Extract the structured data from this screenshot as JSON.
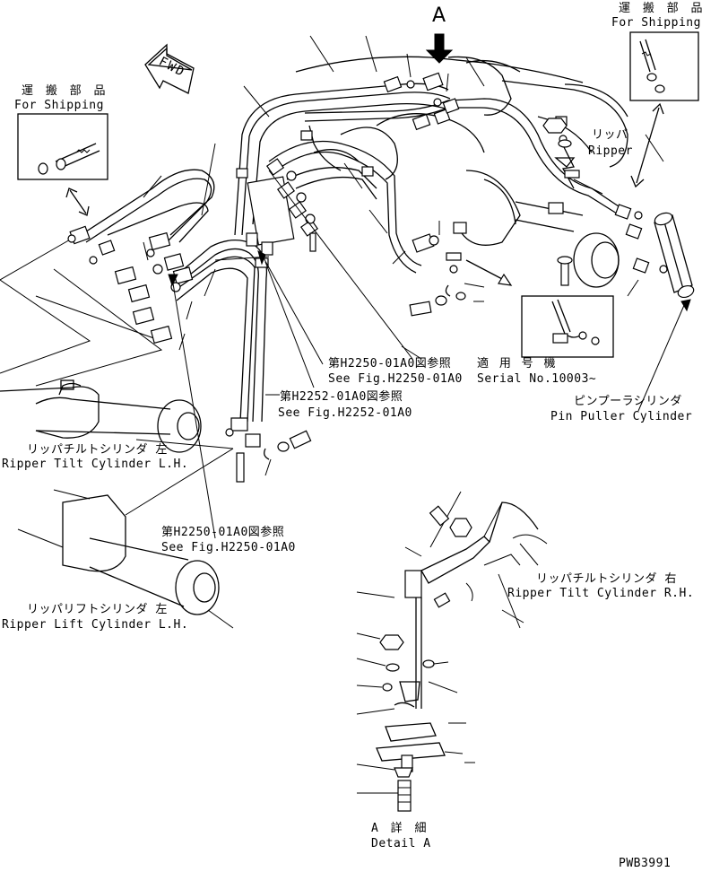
{
  "drawing_code": "PWB3991",
  "view_marker": "A",
  "fwd_label": "FWD",
  "labels": {
    "shipping_left_jp": "運 搬 部 品",
    "shipping_left_en": "For Shipping",
    "shipping_right_jp": "運 搬 部 品",
    "shipping_right_en": "For Shipping",
    "ripper_jp": "リッパ",
    "ripper_en": "Ripper",
    "ref1_jp": "第H2250-01A0図参照",
    "ref1_en": "See Fig.H2250-01A0",
    "ref2_jp": "第H2252-01A0図参照",
    "ref2_en": "See Fig.H2252-01A0",
    "ref3_jp": "第H2250-01A0図参照",
    "ref3_en": "See Fig.H2250-01A0",
    "serial_jp": "適 用 号 機",
    "serial_en": "Serial No.10003~",
    "pin_puller_jp": "ピンプーラシリンダ",
    "pin_puller_en": "Pin Puller Cylinder",
    "tilt_lh_jp": "リッパチルトシリンダ 左",
    "tilt_lh_en": "Ripper Tilt Cylinder L.H.",
    "tilt_rh_jp": "リッパチルトシリンダ 右",
    "tilt_rh_en": "Ripper Tilt Cylinder R.H.",
    "lift_lh_jp": "リッパリフトシリンダ 左",
    "lift_lh_en": "Ripper Lift Cylinder L.H.",
    "detail_jp": "A 詳 細",
    "detail_en": "Detail A"
  }
}
